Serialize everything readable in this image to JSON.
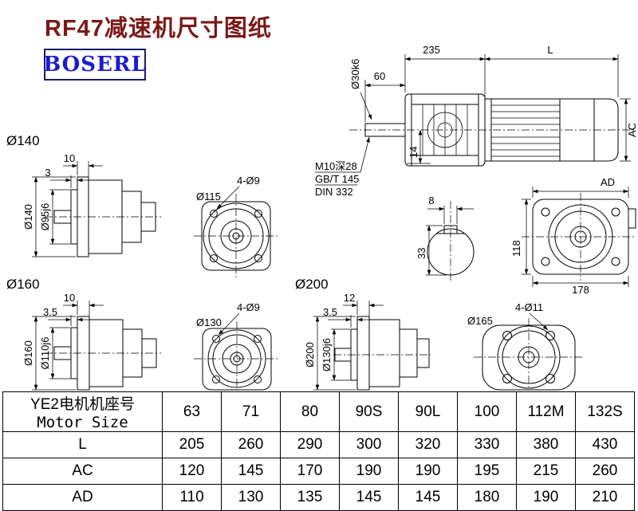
{
  "header": {
    "title": "RF47减速机尺寸图纸",
    "logo": "BOSERL"
  },
  "colors": {
    "title_text": "#7B1818",
    "logo_text": "#1C1CCC",
    "logo_border": "#1B1B6E",
    "drawing_lines": "#000000",
    "table_border": "#000000",
    "background": "#FFFFFF"
  },
  "drawing": {
    "motor_view": {
      "dim_235": "235",
      "dim_L": "L",
      "dim_60": "60",
      "shaft_dia": "Ø30k6",
      "dim_AC": "AC",
      "dim_14": "14",
      "note_line1": "M10深28",
      "note_line2": "GB/T 145",
      "note_line3": "DIN 332",
      "key_width": "8",
      "key_height": "33"
    },
    "rear_view": {
      "dim_AD": "AD",
      "dim_118": "118",
      "dim_178": "178"
    },
    "flange140": {
      "title": "Ø140",
      "dim_10": "10",
      "dim_3": "3",
      "dia_outer": "Ø140",
      "dia_spigot": "Ø95j6"
    },
    "front115": {
      "holes": "4-Ø9",
      "bolt_circle": "Ø115"
    },
    "flange160": {
      "title": "Ø160",
      "dim_10": "10",
      "dim_3_5": "3.5",
      "dia_outer": "Ø160",
      "dia_spigot": "Ø110j6"
    },
    "front130": {
      "holes": "4-Ø9",
      "bolt_circle": "Ø130"
    },
    "flange200": {
      "title": "Ø200",
      "dim_12": "12",
      "dim_3_5": "3.5",
      "dia_outer": "Ø200",
      "dia_spigot": "Ø130j6"
    },
    "front165": {
      "holes": "4-Ø11",
      "bolt_circle": "Ø165"
    }
  },
  "table": {
    "motor_label_cn": "YE2电机机座号",
    "motor_label_en": "Motor Size",
    "sizes": [
      "63",
      "71",
      "80",
      "90S",
      "90L",
      "100",
      "112M",
      "132S"
    ],
    "rows": [
      {
        "label": "L",
        "values": [
          "205",
          "260",
          "290",
          "300",
          "320",
          "330",
          "380",
          "430"
        ]
      },
      {
        "label": "AC",
        "values": [
          "120",
          "145",
          "170",
          "190",
          "190",
          "195",
          "215",
          "260"
        ]
      },
      {
        "label": "AD",
        "values": [
          "110",
          "130",
          "135",
          "145",
          "145",
          "180",
          "190",
          "210"
        ]
      }
    ]
  }
}
